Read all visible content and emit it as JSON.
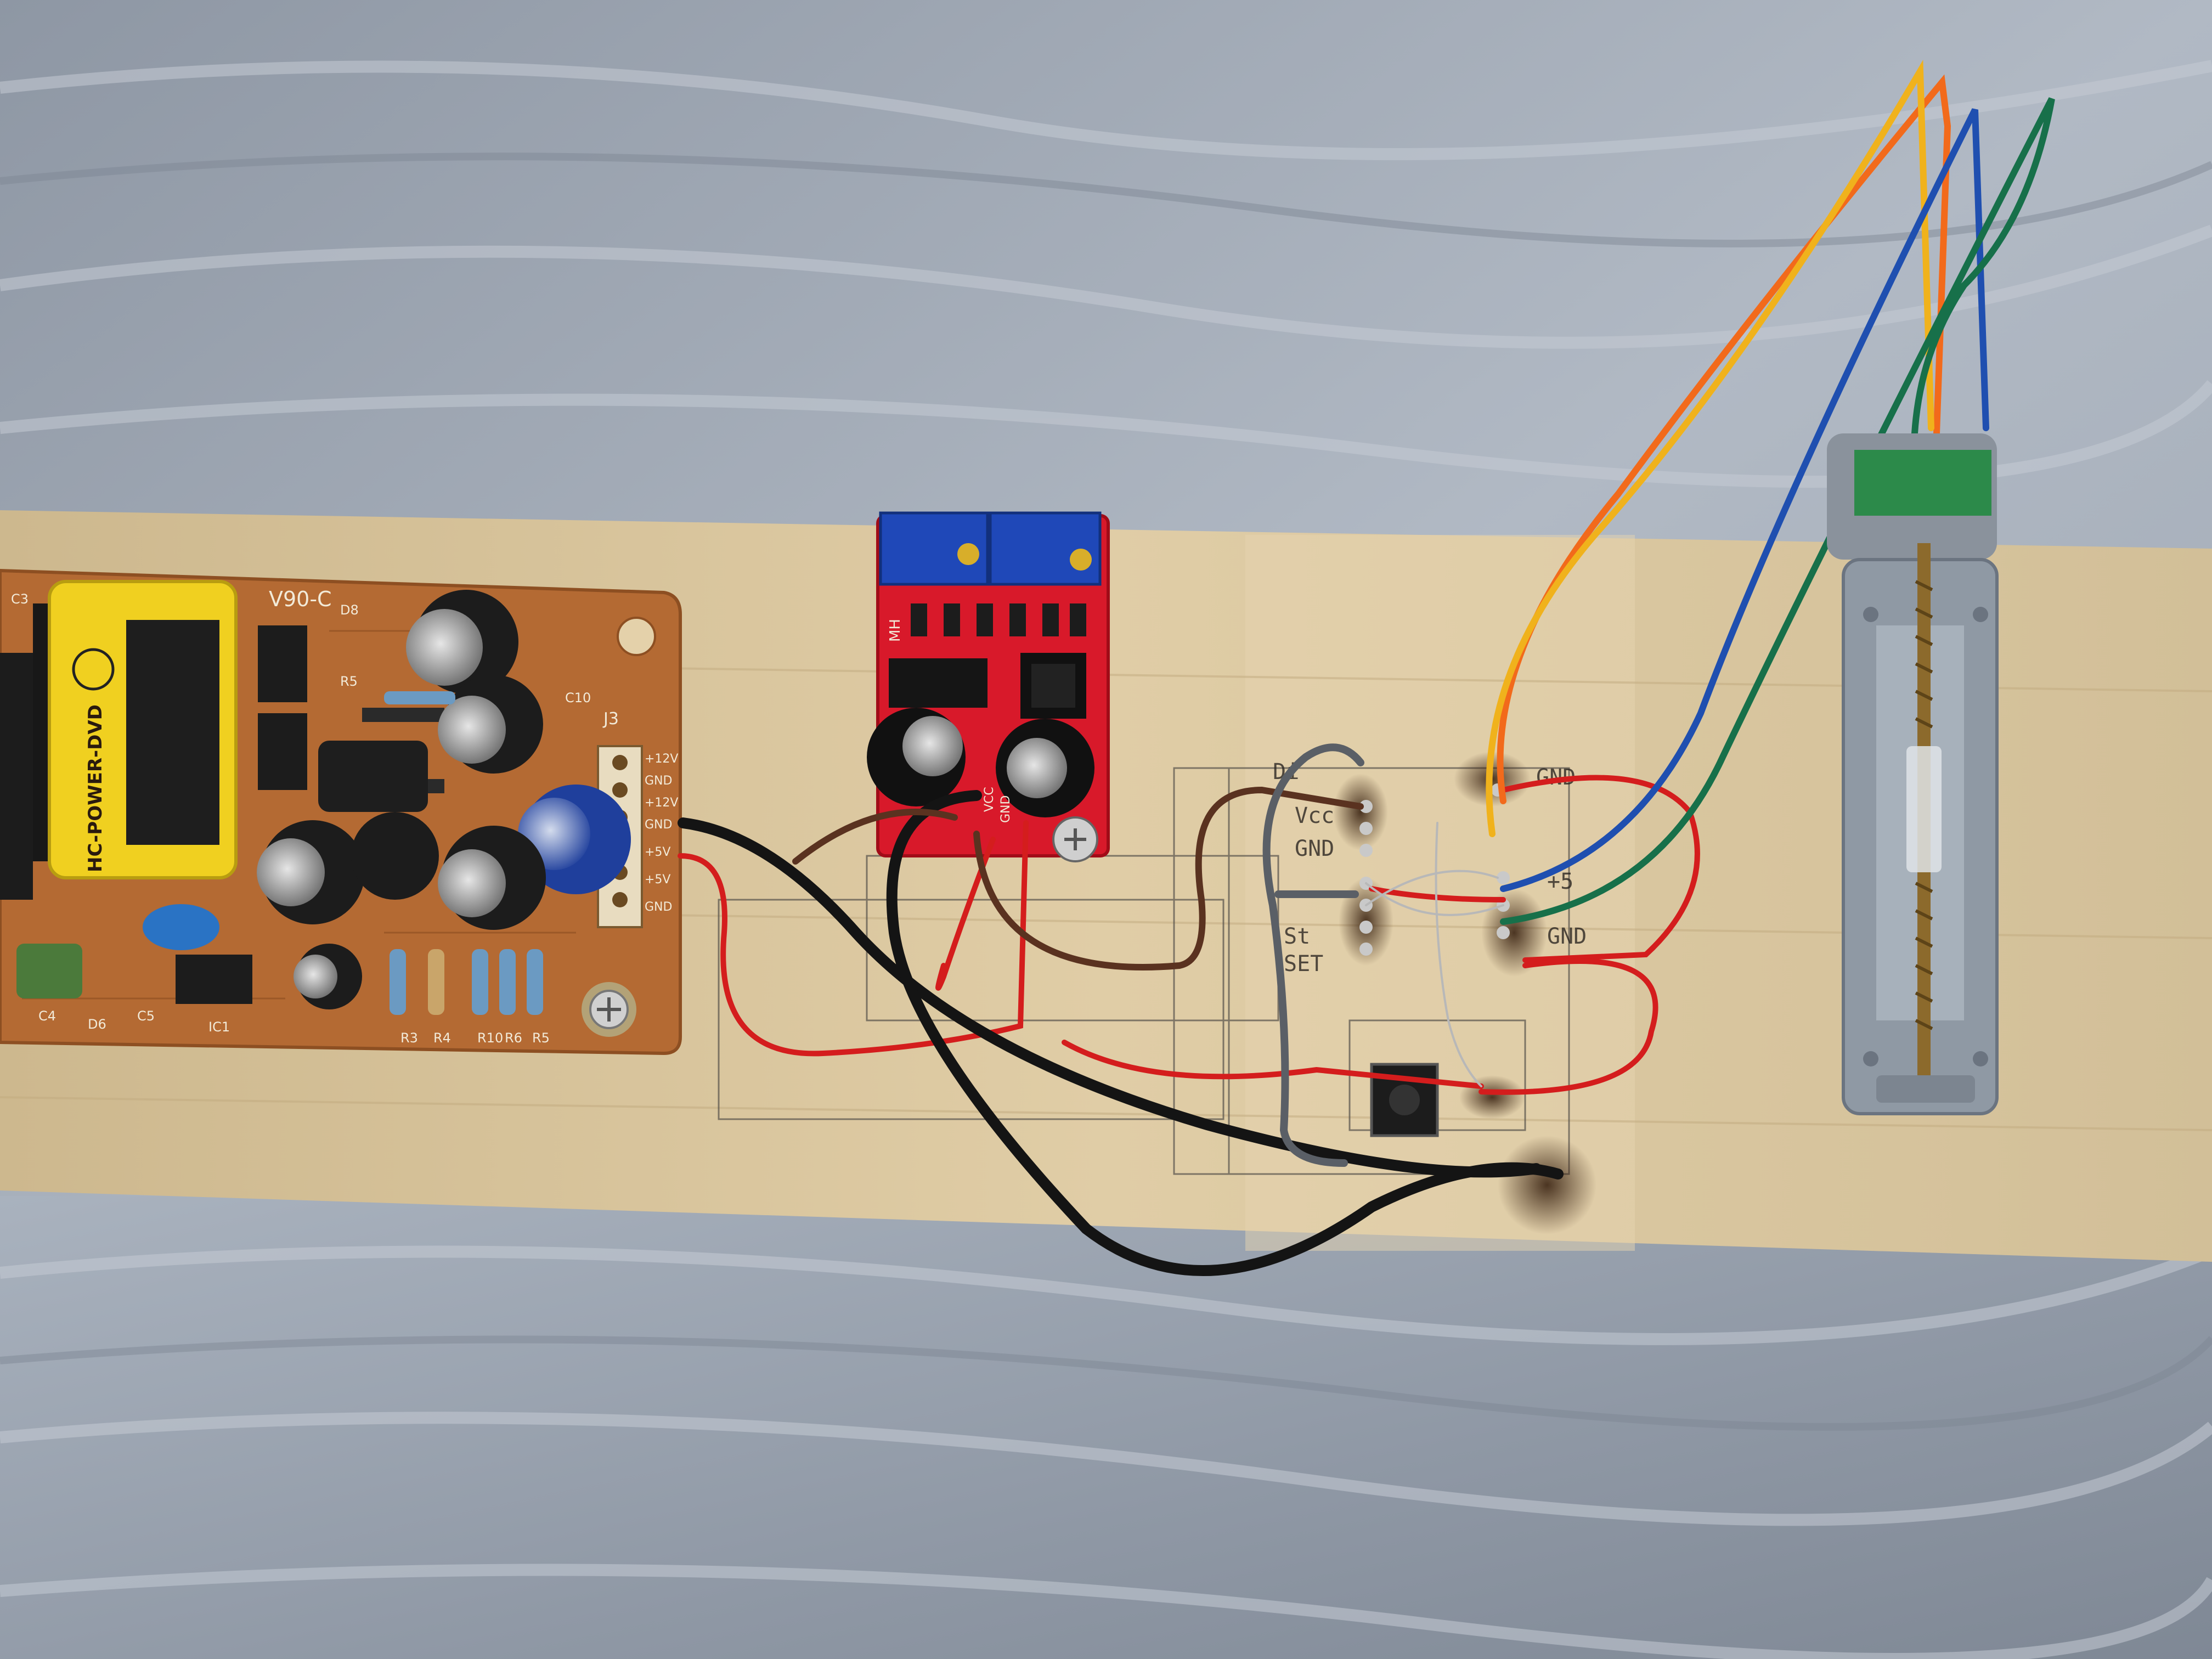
{
  "power_board": {
    "model": "V90-C",
    "transformer_brand": "HC-POWER-DVD",
    "connector_name": "J3",
    "pins": [
      "+12V",
      "GND",
      "+12V",
      "GND",
      "+5V",
      "+5V",
      "GND"
    ],
    "component_labels": [
      "C3",
      "D8",
      "R5",
      "C10",
      "R3",
      "R4",
      "R10",
      "R6",
      "R5",
      "C4",
      "D6",
      "C5",
      "IC1"
    ]
  },
  "driver_module": {
    "label": "MH",
    "vcc_label": "VCC",
    "gnd_label": "GND"
  },
  "colors": {
    "cloth": "#a7b0bc",
    "plank": "#d9c59c",
    "pcb_brown": "#b46a33",
    "pcb_red": "#d8192a",
    "wire_red": "#d41d1d",
    "wire_black": "#141414",
    "wire_orange": "#f26a1b",
    "wire_yellow": "#f0b21c",
    "wire_blue": "#1f4fb0",
    "wire_green": "#17704a"
  }
}
